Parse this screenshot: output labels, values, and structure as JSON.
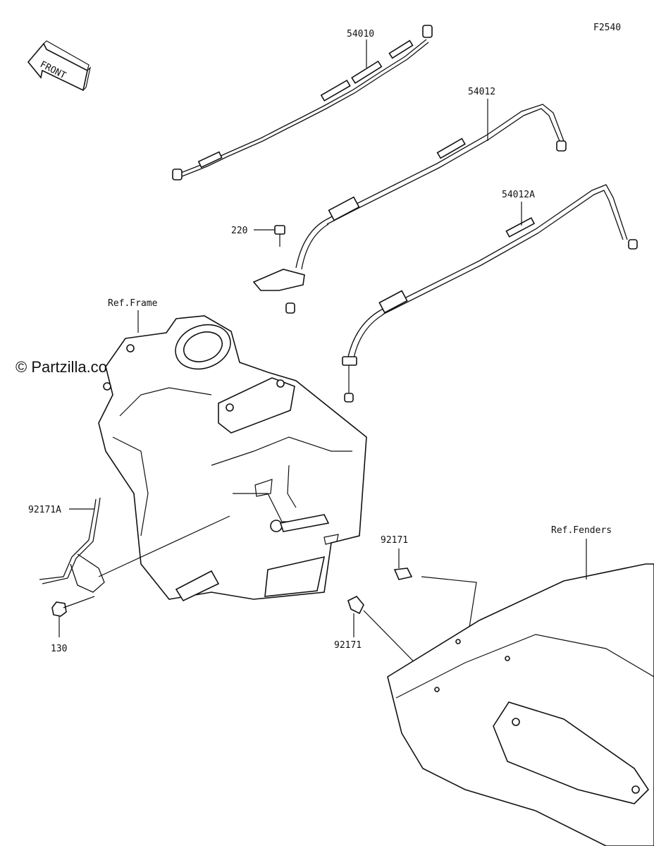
{
  "figure_code": "F2540",
  "watermark": "© Partzilla.com",
  "front_arrow_label": "FRONT",
  "callouts": {
    "c54010": "54010",
    "c54012": "54012",
    "c54012A": "54012A",
    "c220": "220",
    "ref_frame": "Ref.Frame",
    "c92171A": "92171A",
    "c130": "130",
    "c92171_top": "92171",
    "c92171_bottom": "92171",
    "ref_fenders": "Ref.Fenders"
  }
}
